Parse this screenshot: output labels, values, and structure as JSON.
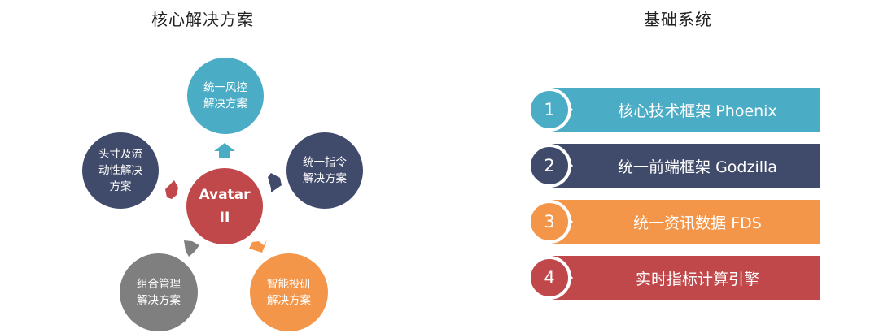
{
  "left_title": "核心解决方案",
  "right_title": "基础系统",
  "hub": {
    "label": "Avatar\nII",
    "color": "#c0474a"
  },
  "satellites": [
    {
      "label": "统一风控\n解决方案",
      "color": "#4bacc6"
    },
    {
      "label": "统一指令\n解决方案",
      "color": "#404a6a"
    },
    {
      "label": "智能投研\n解决方案",
      "color": "#f4964a"
    },
    {
      "label": "组合管理\n解决方案",
      "color": "#7f7f7f"
    },
    {
      "label": "头寸及流\n动性解决\n方案",
      "color": "#404a6a"
    }
  ],
  "systems": [
    {
      "num": "1",
      "label": "核心技术框架 Phoenix",
      "color": "#4bacc6"
    },
    {
      "num": "2",
      "label": "统一前端框架 Godzilla",
      "color": "#404a6a"
    },
    {
      "num": "3",
      "label": "统一资讯数据 FDS",
      "color": "#f4964a"
    },
    {
      "num": "4",
      "label": "实时指标计算引擎",
      "color": "#c0474a"
    }
  ]
}
